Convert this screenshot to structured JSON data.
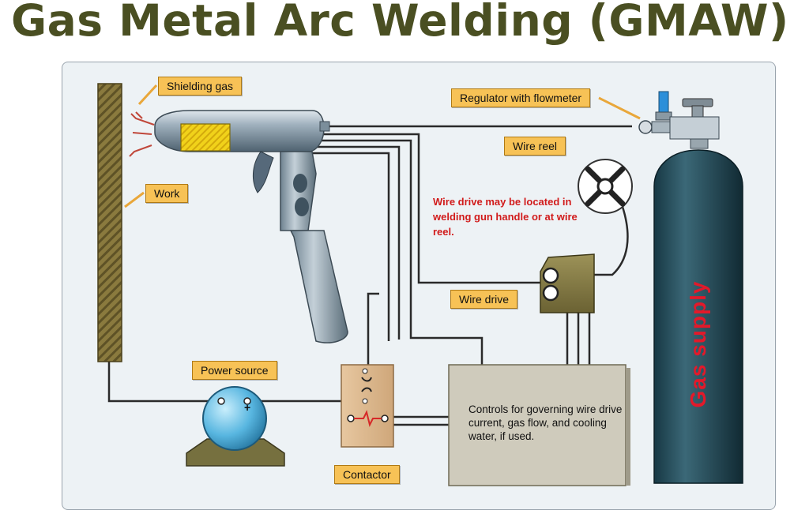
{
  "title": "Gas Metal Arc Welding (GMAW)",
  "labels": {
    "shielding_gas": "Shielding gas",
    "work": "Work",
    "regulator": "Regulator with flowmeter",
    "wire_reel": "Wire reel",
    "wire_drive": "Wire drive",
    "power_source": "Power source",
    "contactor": "Contactor",
    "gas_supply": "Gas supply"
  },
  "note": "Wire drive may be located in welding gun handle or at wire reel.",
  "controls_text": "Controls for governing wire drive current, gas flow, and cooling water, if used.",
  "power_symbol": "+",
  "colors": {
    "title": "#4a4f22",
    "label_fill": "#f7c256",
    "note": "#d11b1b",
    "gas_supply_text": "#e3192a",
    "cylinder": "#2a4e5a",
    "controls_box": "#cfcbbc",
    "work_piece": "#7a6a35"
  }
}
